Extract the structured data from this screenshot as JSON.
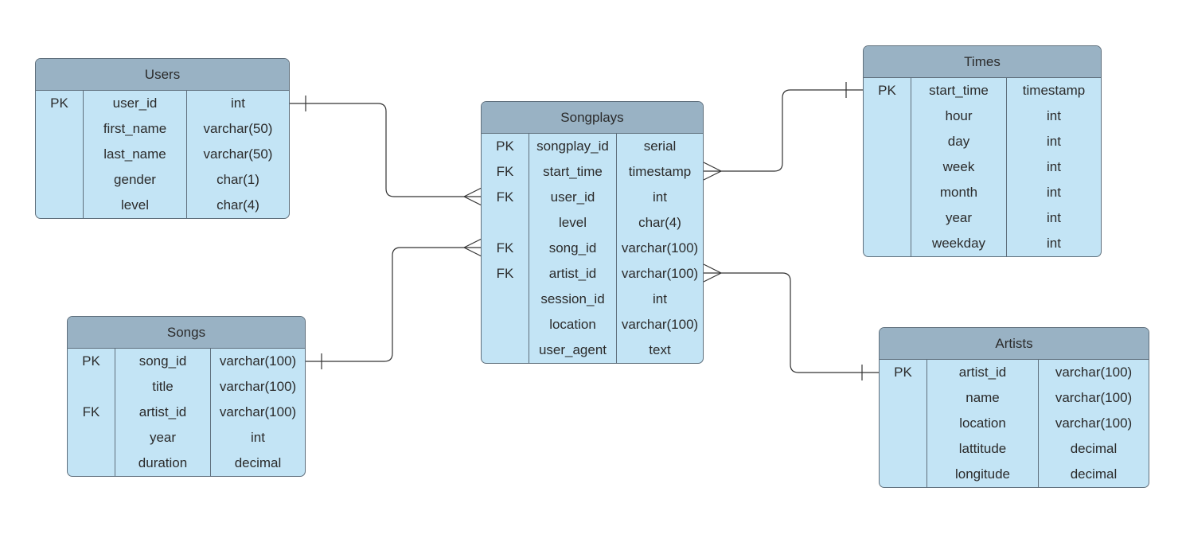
{
  "tables": [
    {
      "id": "users",
      "title": "Users",
      "rows": [
        {
          "key": "PK",
          "name": "user_id",
          "type": "int"
        },
        {
          "key": "",
          "name": "first_name",
          "type": "varchar(50)"
        },
        {
          "key": "",
          "name": "last_name",
          "type": "varchar(50)"
        },
        {
          "key": "",
          "name": "gender",
          "type": "char(1)"
        },
        {
          "key": "",
          "name": "level",
          "type": "char(4)"
        }
      ]
    },
    {
      "id": "songs",
      "title": "Songs",
      "rows": [
        {
          "key": "PK",
          "name": "song_id",
          "type": "varchar(100)"
        },
        {
          "key": "",
          "name": "title",
          "type": "varchar(100)"
        },
        {
          "key": "FK",
          "name": "artist_id",
          "type": "varchar(100)"
        },
        {
          "key": "",
          "name": "year",
          "type": "int"
        },
        {
          "key": "",
          "name": "duration",
          "type": "decimal"
        }
      ]
    },
    {
      "id": "songplays",
      "title": "Songplays",
      "rows": [
        {
          "key": "PK",
          "name": "songplay_id",
          "type": "serial"
        },
        {
          "key": "FK",
          "name": "start_time",
          "type": "timestamp"
        },
        {
          "key": "FK",
          "name": "user_id",
          "type": "int"
        },
        {
          "key": "",
          "name": "level",
          "type": "char(4)"
        },
        {
          "key": "FK",
          "name": "song_id",
          "type": "varchar(100)"
        },
        {
          "key": "FK",
          "name": "artist_id",
          "type": "varchar(100)"
        },
        {
          "key": "",
          "name": "session_id",
          "type": "int"
        },
        {
          "key": "",
          "name": "location",
          "type": "varchar(100)"
        },
        {
          "key": "",
          "name": "user_agent",
          "type": "text"
        }
      ]
    },
    {
      "id": "times",
      "title": "Times",
      "rows": [
        {
          "key": "PK",
          "name": "start_time",
          "type": "timestamp"
        },
        {
          "key": "",
          "name": "hour",
          "type": "int"
        },
        {
          "key": "",
          "name": "day",
          "type": "int"
        },
        {
          "key": "",
          "name": "week",
          "type": "int"
        },
        {
          "key": "",
          "name": "month",
          "type": "int"
        },
        {
          "key": "",
          "name": "year",
          "type": "int"
        },
        {
          "key": "",
          "name": "weekday",
          "type": "int"
        }
      ]
    },
    {
      "id": "artists",
      "title": "Artists",
      "rows": [
        {
          "key": "PK",
          "name": "artist_id",
          "type": "varchar(100)"
        },
        {
          "key": "",
          "name": "name",
          "type": "varchar(100)"
        },
        {
          "key": "",
          "name": "location",
          "type": "varchar(100)"
        },
        {
          "key": "",
          "name": "lattitude",
          "type": "decimal"
        },
        {
          "key": "",
          "name": "longitude",
          "type": "decimal"
        }
      ]
    }
  ],
  "relationships": [
    {
      "one": "users.user_id",
      "many": "songplays.user_id"
    },
    {
      "one": "songs.song_id",
      "many": "songplays.song_id"
    },
    {
      "one": "times.start_time",
      "many": "songplays.start_time"
    },
    {
      "one": "artists.artist_id",
      "many": "songplays.artist_id"
    }
  ],
  "colors": {
    "header": "#99b2c4",
    "body": "#c3e4f5",
    "border": "#5f6f7c",
    "line": "#333333"
  }
}
